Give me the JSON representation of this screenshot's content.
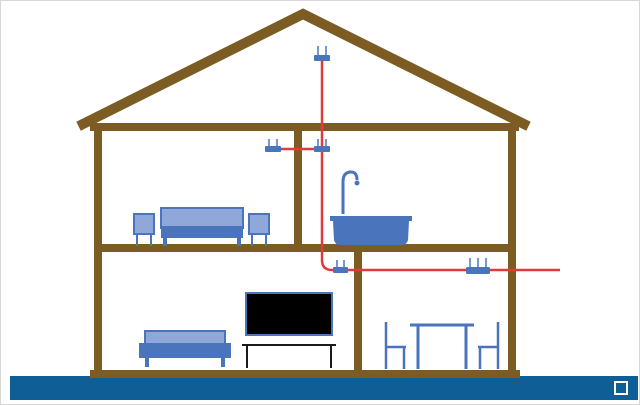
{
  "diagram": {
    "colors": {
      "house_frame": "#7d5c23",
      "furniture": "#4a74bb",
      "furniture_light": "#8fa8d9",
      "cable": "#e23a3a",
      "ground": "#0f5f96",
      "tv_screen": "#000000",
      "background": "#ffffff"
    },
    "components": {
      "access_points": 5,
      "cable_exits_house": true
    },
    "rooms": [
      "attic",
      "bedroom",
      "bathroom",
      "living-room",
      "dining-room"
    ],
    "icons": {
      "fullscreen": "fullscreen-icon"
    }
  }
}
